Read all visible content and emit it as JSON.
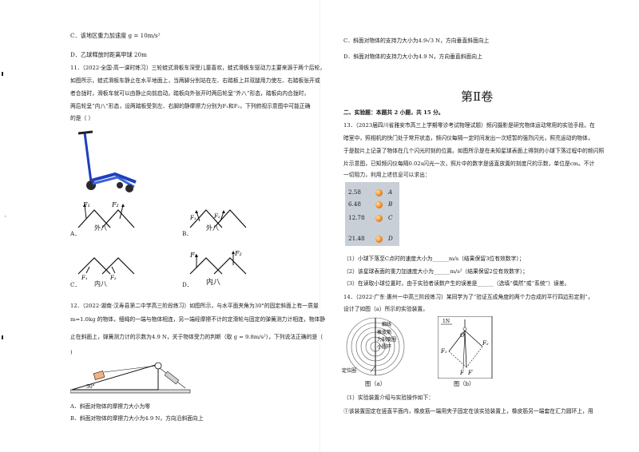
{
  "left": {
    "opt_C_prev": "C．该地区重力加速度 g = 10m/s²",
    "opt_D_prev": "D．乙球释放时距离甲球 20m",
    "q11": {
      "lines": [
        "11．（2022·全国·高一课时练习）三轮蛙式滑板车深受儿童喜欢，蛙式滑板车驱动力主要来源于两个后轮，",
        "如图所示，蛙式滑板车静止在水平地面上，当两脚分别站在左、右踏板上并双腿用力使左、右踏板张开或",
        "者合拢时，滑板车就可以由静止向前启动。踏板向外张开时两后轮呈“外八”形态，踏板向内合拢时，",
        "两后轮呈“内八”形态，设两踏板受到左、右脚的静摩擦力分别为F₁和F₂，下列俯视示意图中可能正确",
        "的是（      ）"
      ],
      "options": [
        {
          "letter": "A．",
          "caption": "外八"
        },
        {
          "letter": "B．",
          "caption": "外八"
        },
        {
          "letter": "C．",
          "caption": "内八"
        },
        {
          "letter": "D．",
          "caption": "内八"
        }
      ],
      "force_labels": {
        "f1": "F₁",
        "f2": "F₂"
      }
    },
    "q12": {
      "lines": [
        "12．（2022·湖南·汉寿县第二中学高三阶段练习）如图所示，与水平面夹角为30°的固定斜面上有一质量",
        "m=1.0kg 的物体，细绳的一端与物体相连，另一端经摩擦不计的定滑轮与固定的弹簧测力计相连，物体静",
        "止在斜面上，弹簧测力计的示数为4.9 N，关于物体受力的判断（取 g = 9.8m/s²），下列说法正确的是（",
        ")"
      ],
      "angle_label": "30°",
      "options": [
        "A．斜面对物体的摩擦力大小为零",
        "B．斜面对物体的摩擦力大小为4.9 N，方向沿斜面向上"
      ]
    }
  },
  "right": {
    "q12_opts": [
      "C．斜面对物体的支持力大小为4.9√3 N，方向垂直斜面向上",
      "D．斜面对物体的支持力大小为4.9 N，方向垂直斜面向上"
    ],
    "section_title": "第Ⅱ卷",
    "section_header": "二、实验题：本题共 2 小题，共 15 分。",
    "q13": {
      "lines": [
        "13．（2023届四川省雅安市高三上学期零诊考试物理试题）频闪摄影是研究物体运动常用的实验手段。在",
        "暗室中，照相机的快门处于常开状态，频闪仪每隔一定时间发出一次短暂的强烈闪光，照亮运动的物体，",
        "于是胶片上记录了物体在几个闪光时刻的位置。如图所示是在未知星球表面上得到的小球下落过程中的频闪照",
        "片示意图，已知频闪仪每隔0.02s闪光一次，照片中的数字是竖直放置的刻度尺的示数，单位是cm。不计",
        "一切阻力，利用上述信息可以求出："
      ],
      "readings": [
        "2.58",
        "6.48",
        "12.78",
        "21.48"
      ],
      "points": [
        "A",
        "B",
        "C",
        "D"
      ],
      "subs": [
        "（1）小球下落至C点时的速度大小为______m/s（结果保留3位有效数字）；",
        "（2）该星球表面的重力加速度大小为______m/s²（结果保留2位有效数字）；",
        "（3）在读取小球位置时，由于实验者读数产生的误差是______（选填“偶然”或“系统”）误差。"
      ]
    },
    "q14": {
      "lines": [
        "14．（2022·广东·惠州一中高三阶段练习）某同学为了“验证互成角度的两个力合成的平行四边形定则”，",
        "设计了如图（a）所示的实验装置。"
      ],
      "fig_a_labels": [
        "细线",
        "橡皮筋",
        "力刻度圈",
        "小圆环",
        "定位圈"
      ],
      "fig_b_labels": {
        "unit": "1N",
        "o": "O",
        "f1": "F₁",
        "f2": "F₂",
        "f": "F",
        "fp": "F′"
      },
      "captions": [
        "图（a）",
        "图（b）"
      ],
      "sub_title": "（1）实验装置介绍与实验操作如下：",
      "last_line": "①该装置固定在竖直平面内，橡皮筋一端用夹子固定在该实验装置上，橡皮筋另一端套在汇力圆环上，用"
    }
  }
}
